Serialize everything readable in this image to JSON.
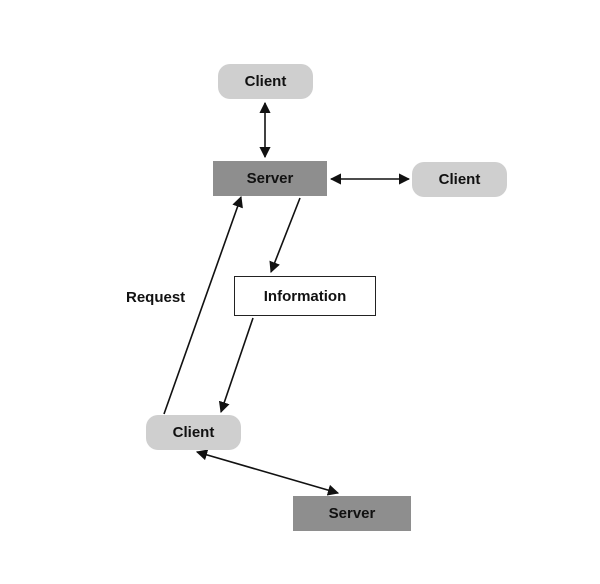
{
  "nodes": {
    "client_top": "Client",
    "server_main": "Server",
    "client_right": "Client",
    "information": "Information",
    "client_bottom": "Client",
    "server_bottom": "Server"
  },
  "edge_labels": {
    "request": "Request"
  },
  "colors": {
    "client_fill": "#cfcfcf",
    "server_fill": "#8e8e8e",
    "information_fill": "#ffffff",
    "line": "#111111"
  }
}
